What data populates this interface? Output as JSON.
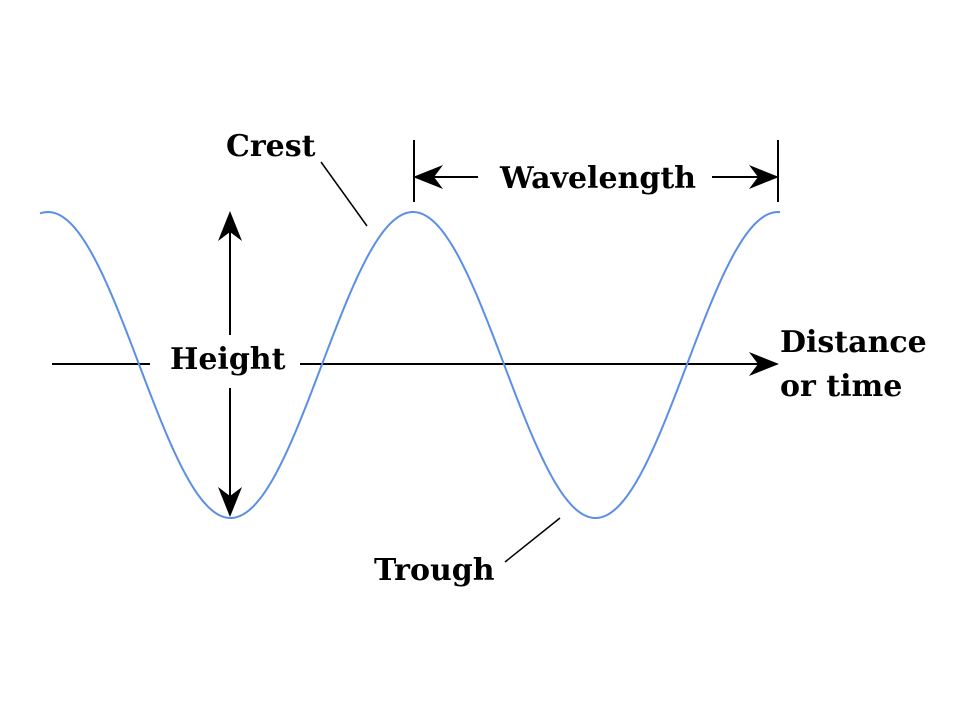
{
  "diagram": {
    "labels": {
      "crest": "Crest",
      "wavelength": "Wavelength",
      "height": "Height",
      "distance_line1": "Distance",
      "distance_line2": "or time",
      "trough": "Trough"
    },
    "colors": {
      "wave": "#5b8ee6",
      "ink": "#000000",
      "background": "#ffffff"
    }
  }
}
